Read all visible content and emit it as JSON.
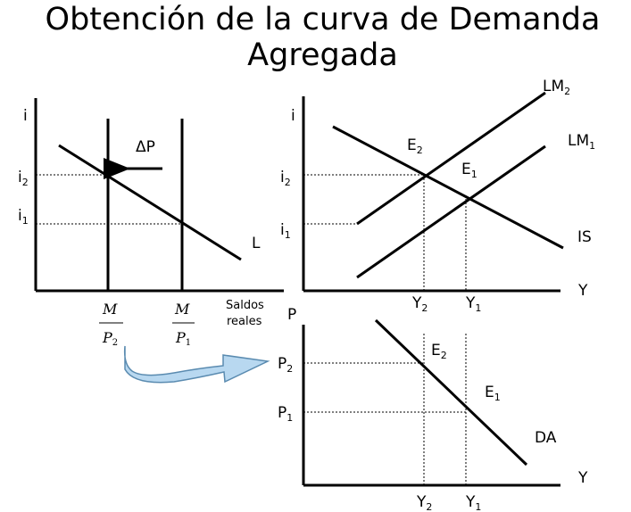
{
  "title": {
    "line1": "Obtención de la curva de Demanda",
    "line2": "Agregada"
  },
  "money_market": {
    "axis_y": "i",
    "i2": "i",
    "i2_sub": "2",
    "i1": "i",
    "i1_sub": "1",
    "curve": "L",
    "shift": "ΔP",
    "m_num": "M",
    "m_den2": "P",
    "m_den2_sub": "2",
    "m_den1": "P",
    "m_den1_sub": "1",
    "axis_x_line1": "Saldos",
    "axis_x_line2": "reales"
  },
  "islm": {
    "axis_y": "i",
    "axis_x": "Y",
    "i2": "i",
    "i2_sub": "2",
    "i1": "i",
    "i1_sub": "1",
    "lm2": "LM",
    "lm2_sub": "2",
    "lm1": "LM",
    "lm1_sub": "1",
    "is": "IS",
    "e2": "E",
    "e2_sub": "2",
    "e1": "E",
    "e1_sub": "1",
    "y2": "Y",
    "y2_sub": "2",
    "y1": "Y",
    "y1_sub": "1"
  },
  "ad": {
    "axis_y": "P",
    "axis_x": "Y",
    "p2": "P",
    "p2_sub": "2",
    "p1": "P",
    "p1_sub": "1",
    "e2": "E",
    "e2_sub": "2",
    "e1": "E",
    "e1_sub": "1",
    "curve": "DA",
    "y2": "Y",
    "y2_sub": "2",
    "y1": "Y",
    "y1_sub": "1"
  },
  "colors": {
    "arrow_fill": "#b8d8f0",
    "arrow_stroke": "#5a8bb0",
    "line": "#000000"
  }
}
